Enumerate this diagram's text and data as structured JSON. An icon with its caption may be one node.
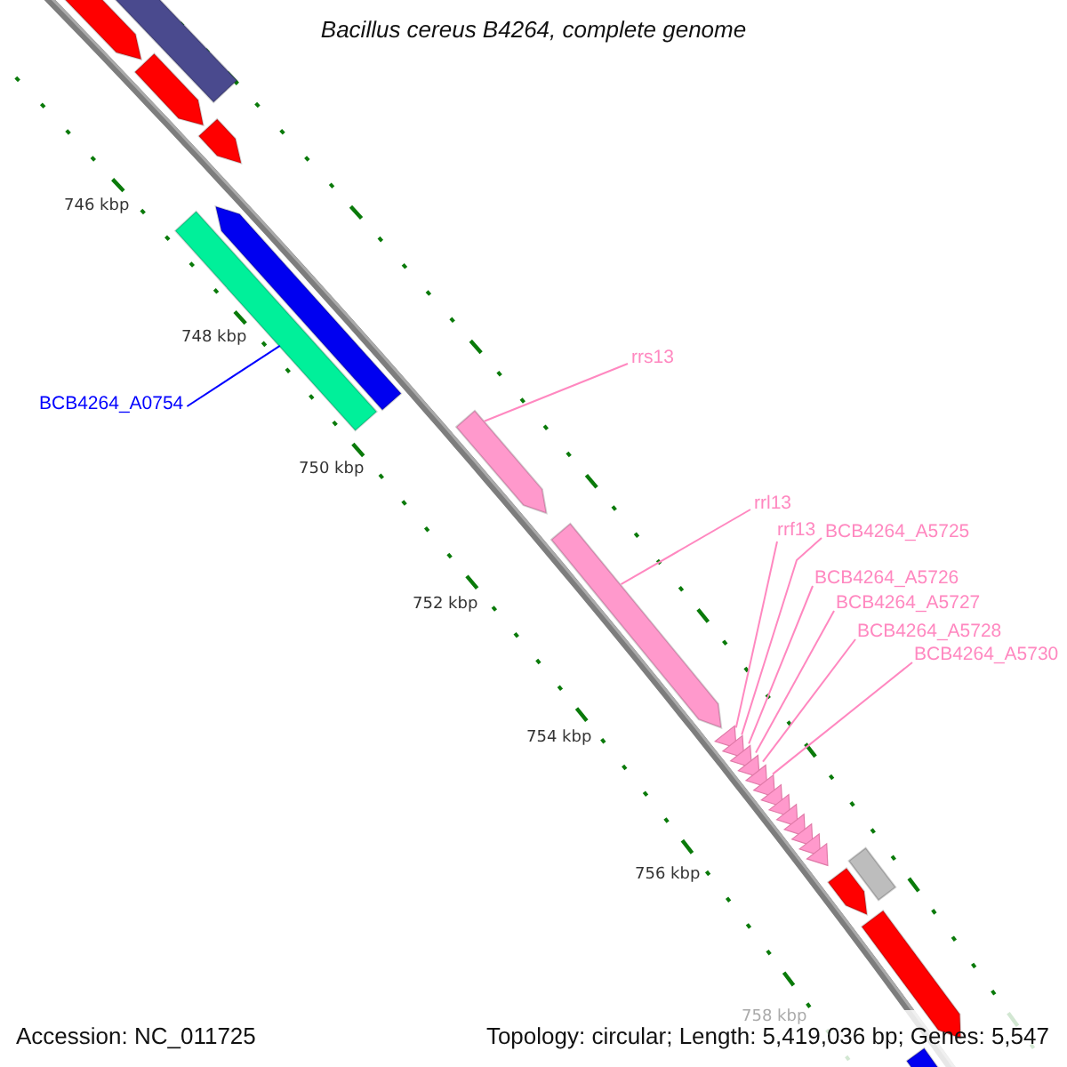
{
  "diagram": {
    "title": "Bacillus cereus B4264, complete genome",
    "nodes": [
      {
        "text": [
          "BCB4264_A0754"
        ]
      },
      {
        "text": [],
        "shape": "bar"
      },
      {
        "text": [
          "rrs13"
        ]
      },
      {
        "text": [],
        "shape": "bar"
      },
      {
        "text": [
          "rrl13"
        ]
      },
      {
        "text": [],
        "shape": "bar"
      },
      {
        "text": [
          "rrf13"
        ]
      },
      {
        "text": [
          "BCB4264_A5725"
        ]
      },
      {
        "text": [
          "BCB4264_A5726"
        ]
      },
      {
        "text": [
          "BCB4264_A5727"
        ]
      },
      {
        "text": [
          "BCB4264_A5728"
        ]
      },
      {
        "text": [
          "BCB4264_A5730"
        ]
      },
      {
        "text": [],
        "shape": "triangle"
      },
      {
        "text": [],
        "shape": "bar"
      },
      {
        "text": [],
        "shape": "bar"
      },
      {
        "text": [],
        "shape": "bar"
      },
      {
        "text": [],
        "shape": "bar"
      },
      {
        "text": [],
        "shape": "bar"
      },
      {
        "text": [],
        "shape": "bar"
      },
      {
        "text": [],
        "shape": "bar"
      },
      {
        "text": [],
        "shape": "bar"
      },
      {
        "text": [],
        "shape": "bar"
      }
    ],
    "edges": [
      {
        "from": 0,
        "to": 1,
        "arrow": "none",
        "color": "#0000ff"
      },
      {
        "from": 2,
        "to": 3,
        "arrow": "none"
      },
      {
        "from": 4,
        "to": 5,
        "arrow": "none"
      },
      {
        "from": 6,
        "to": 12,
        "arrow": "none"
      },
      {
        "from": 7,
        "to": 12,
        "arrow": "none"
      },
      {
        "from": 8,
        "to": 12,
        "arrow": "none"
      },
      {
        "from": 9,
        "to": 12,
        "arrow": "none"
      },
      {
        "from": 10,
        "to": 12,
        "arrow": "none"
      },
      {
        "from": 11,
        "to": 12,
        "arrow": "none"
      }
    ],
    "labels": [
      "746 kbp",
      "748 kbp",
      "750 kbp",
      "752 kbp",
      "754 kbp",
      "756 kbp",
      "758 kbp",
      "Accession: NC_011725",
      "Topology: circular; Length: 5,419,036 bp; Genes: 5,547"
    ]
  }
}
